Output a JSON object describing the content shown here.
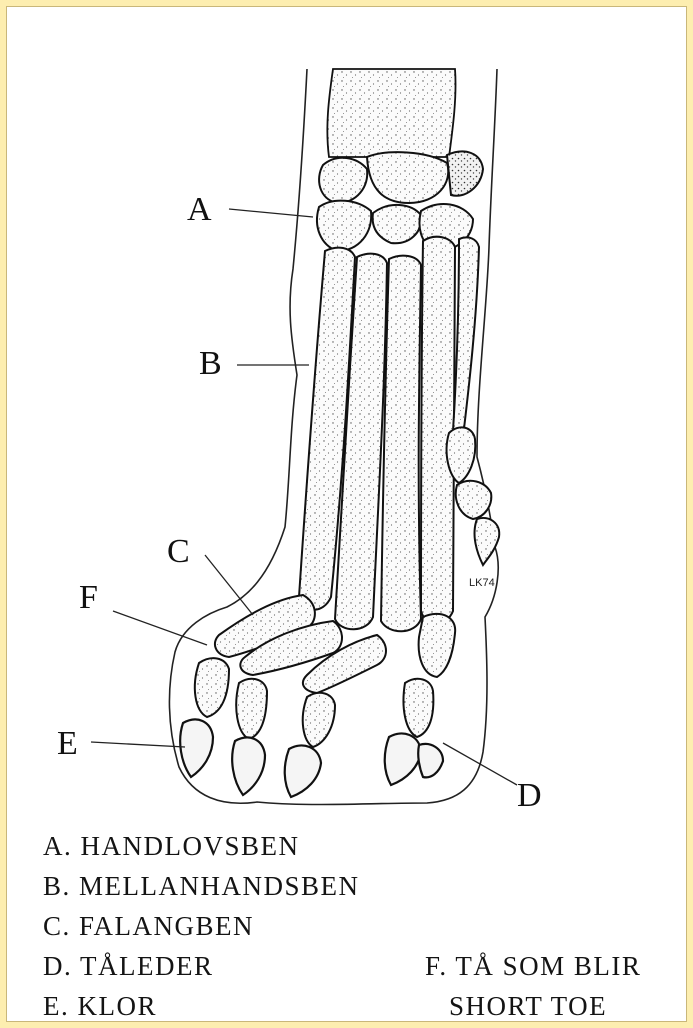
{
  "callouts": {
    "a": "A",
    "b": "B",
    "c": "C",
    "d": "D",
    "e": "E",
    "f": "F"
  },
  "signature": "LK74",
  "legend": {
    "a": "A. HANDLOVSBEN",
    "b": "B. MELLANHANDSBEN",
    "c": "C. FALANGBEN",
    "d": "D. TÅLEDER",
    "e": "E. KLOR",
    "f_line1": "F. TÅ SOM BLIR",
    "f_line2": "SHORT TOE"
  },
  "colors": {
    "background": "#fdeeb0",
    "panel": "#ffffff",
    "ink": "#111111"
  }
}
